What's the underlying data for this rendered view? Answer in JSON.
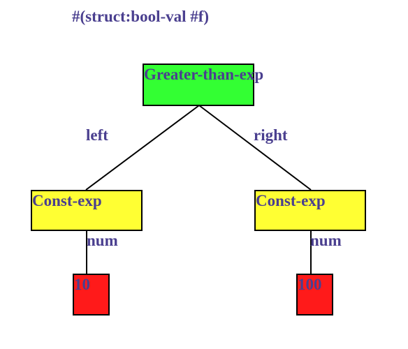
{
  "title": "#(struct:bool-val #f)",
  "nodes": {
    "root": {
      "label": "Greater-than-exp",
      "color": "#33ff33"
    },
    "left": {
      "label": "Const-exp",
      "color": "#ffff33"
    },
    "right": {
      "label": "Const-exp",
      "color": "#ffff33"
    },
    "left_leaf": {
      "label": "10",
      "color": "#ff1a1a"
    },
    "right_leaf": {
      "label": "100",
      "color": "#ff1a1a"
    }
  },
  "edges": {
    "root_left": "left",
    "root_right": "right",
    "left_num": "num",
    "right_num": "num"
  },
  "colors": {
    "text": "#4a3f8f",
    "line": "#000000"
  }
}
